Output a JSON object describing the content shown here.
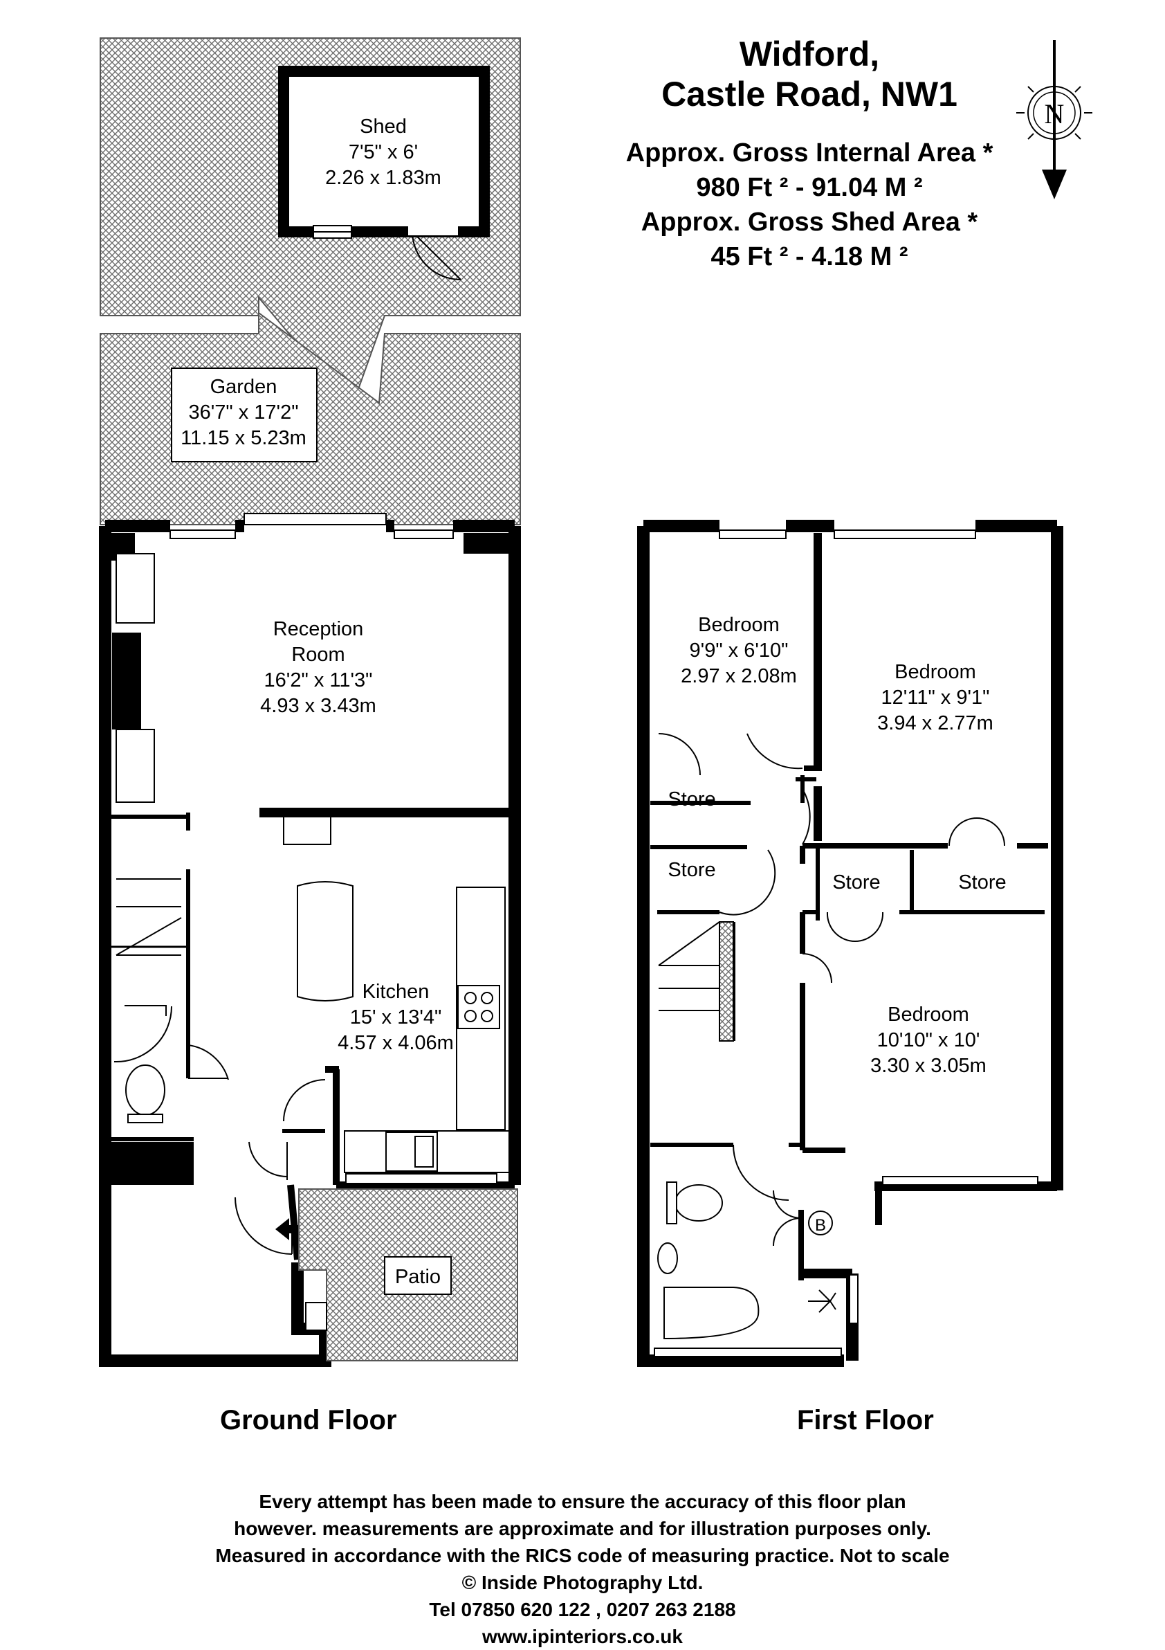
{
  "header": {
    "title_line1": "Widford,",
    "title_line2": "Castle Road, NW1",
    "gia_label": "Approx. Gross Internal Area *",
    "gia_value": "980 Ft ² - 91.04 M ²",
    "shed_label": "Approx. Gross Shed Area *",
    "shed_value": "45 Ft ² - 4.18 M ²"
  },
  "compass": {
    "label": "N"
  },
  "ground_floor": {
    "label": "Ground Floor",
    "shed": {
      "name": "Shed",
      "imperial": "7'5\" x 6'",
      "metric": "2.26 x 1.83m"
    },
    "garden": {
      "name": "Garden",
      "imperial": "36'7\" x 17'2\"",
      "metric": "11.15 x 5.23m"
    },
    "reception": {
      "name_line1": "Reception",
      "name_line2": "Room",
      "imperial": "16'2\" x 11'3\"",
      "metric": "4.93 x 3.43m"
    },
    "kitchen": {
      "name": "Kitchen",
      "imperial": "15' x 13'4\"",
      "metric": "4.57 x 4.06m"
    },
    "patio": {
      "name": "Patio"
    }
  },
  "first_floor": {
    "label": "First Floor",
    "bedroom1": {
      "name": "Bedroom",
      "imperial": "9'9\" x 6'10\"",
      "metric": "2.97 x 2.08m"
    },
    "bedroom2": {
      "name": "Bedroom",
      "imperial": "12'11\" x 9'1\"",
      "metric": "3.94 x 2.77m"
    },
    "bedroom3": {
      "name": "Bedroom",
      "imperial": "10'10\" x 10'",
      "metric": "3.30 x 3.05m"
    },
    "store": "Store",
    "boiler": "B"
  },
  "footer": {
    "line1": "Every attempt has been made to ensure the accuracy of this floor plan",
    "line2": "however. measurements are approximate and for illustration purposes only.",
    "line3": "Measured in accordance with the RICS code of measuring practice. Not to scale",
    "line4": "© Inside Photography Ltd.",
    "line5": "Tel 07850 620 122 , 0207 263 2188",
    "line6": "www.ipinteriors.co.uk"
  },
  "colors": {
    "wall": "#000000",
    "background": "#ffffff",
    "hatch": "#6e6e6e"
  }
}
